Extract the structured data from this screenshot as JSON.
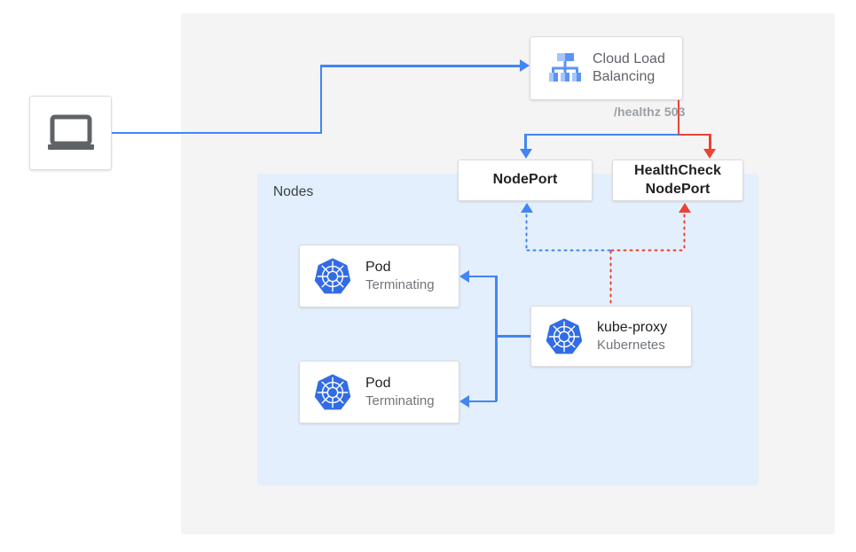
{
  "diagram": {
    "title": "Kubernetes NodePort health check with terminating pods",
    "colors": {
      "blue": "#4285f4",
      "red": "#ea4335",
      "region_outer": "#f4f4f4",
      "region_nodes": "#e3effc",
      "card_bg": "#ffffff",
      "text_primary": "#202124",
      "text_secondary": "#70757a",
      "kubernetes_blue": "#326ce5"
    }
  },
  "regions": {
    "outer": {
      "label": ""
    },
    "nodes": {
      "label": "Nodes"
    }
  },
  "nodes": {
    "client": {
      "icon": "laptop-icon",
      "label": ""
    },
    "cloud_load_balancing": {
      "icon": "cloud-load-balancing-icon",
      "title": "Cloud Load",
      "title_line2": "Balancing"
    },
    "nodeport": {
      "label": "NodePort"
    },
    "healthcheck_nodeport": {
      "line1": "HealthCheck",
      "line2": "NodePort"
    },
    "pod1": {
      "icon": "kubernetes-icon",
      "title": "Pod",
      "subtitle": "Terminating"
    },
    "pod2": {
      "icon": "kubernetes-icon",
      "title": "Pod",
      "subtitle": "Terminating"
    },
    "kube_proxy": {
      "icon": "kubernetes-icon",
      "title": "kube-proxy",
      "subtitle": "Kubernetes"
    }
  },
  "edges": {
    "healthz": {
      "label": "/healthz 503",
      "color": "#ea4335"
    },
    "client_to_clb": {
      "color": "#4285f4",
      "style": "solid"
    },
    "clb_to_nodeport": {
      "color": "#4285f4",
      "style": "solid"
    },
    "clb_to_hc_nodeport": {
      "color": "#ea4335",
      "style": "solid"
    },
    "kubeproxy_to_nodeport": {
      "color": "#4285f4",
      "style": "dotted"
    },
    "kubeproxy_to_hc_nodeport": {
      "color": "#ea4335",
      "style": "dotted"
    },
    "kubeproxy_to_pod1": {
      "color": "#4285f4",
      "style": "solid"
    },
    "kubeproxy_to_pod2": {
      "color": "#4285f4",
      "style": "solid"
    }
  }
}
